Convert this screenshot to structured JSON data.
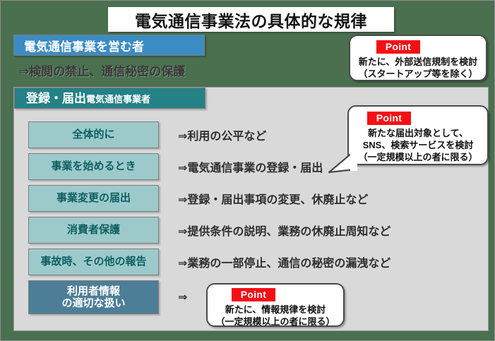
{
  "slide": {
    "title": "電気通信事業法の具体的な規律",
    "blue_section": {
      "heading": "電気通信事業を営む者",
      "note": "⇒検閲の禁止、通信秘密の保護"
    },
    "teal_section": {
      "heading_main": "登録・届出",
      "heading_sub": "電気通信事業者"
    },
    "rows": [
      {
        "category": "全体的に",
        "description": "⇒利用の公平など",
        "style": "light"
      },
      {
        "category": "事業を始めるとき",
        "description": "⇒電気通信事業の登録・届出",
        "style": "light"
      },
      {
        "category": "事業変更の届出",
        "description": "⇒登録・届出事項の変更、休廃止など",
        "style": "light"
      },
      {
        "category": "消費者保護",
        "description": "⇒提供条件の説明、業務の休廃止周知など",
        "style": "light"
      },
      {
        "category": "事故時、その他の報告",
        "description": "⇒業務の一部停止、通信の秘密の漏洩など",
        "style": "light"
      },
      {
        "category": "利用者情報\nの適切な扱い",
        "description": "⇒",
        "style": "dark"
      }
    ],
    "points": [
      {
        "label": "Point",
        "body": "新たに、外部送信規制を検討\n（スタートアップ等を除く）"
      },
      {
        "label": "Point",
        "body": "新たな届出対象として、\nSNS、検索サービスを検討\n（一定規模以上の者に限る）"
      },
      {
        "label": "Point",
        "body": "新たに、情報規律を検討\n（一定規模以上の者に限る）"
      }
    ]
  },
  "colors": {
    "background_green": "#4a7050",
    "blue_bar": "#3b8cc4",
    "teal_bar": "#248186",
    "light_teal_box": "#9ccacb",
    "dark_box": "#4d7e97",
    "panel_gray": "#d9d9d9",
    "point_red": "#f50f14"
  }
}
